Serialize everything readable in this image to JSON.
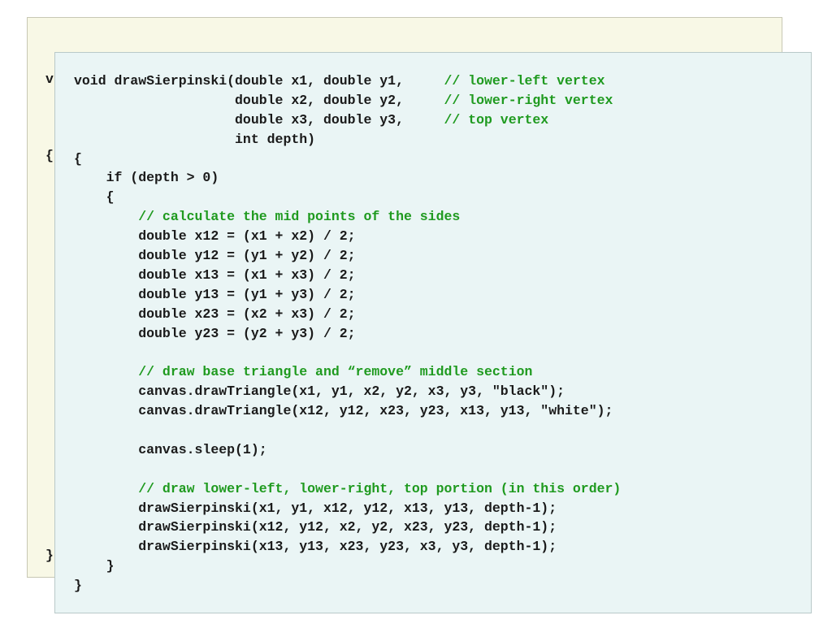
{
  "back_slide": {
    "glyphs": [
      "v",
      "{",
      "}"
    ]
  },
  "code_lines": [
    {
      "code": "void drawSierpinski(double x1, double y1,     ",
      "comment": "// lower-left vertex"
    },
    {
      "code": "                    double x2, double y2,     ",
      "comment": "// lower-right vertex"
    },
    {
      "code": "                    double x3, double y3,     ",
      "comment": "// top vertex"
    },
    {
      "code": "                    int depth)",
      "comment": ""
    },
    {
      "code": "{",
      "comment": ""
    },
    {
      "code": "    if (depth > 0)",
      "comment": ""
    },
    {
      "code": "    {",
      "comment": ""
    },
    {
      "code": "        ",
      "comment": "// calculate the mid points of the sides"
    },
    {
      "code": "        double x12 = (x1 + x2) / 2;",
      "comment": ""
    },
    {
      "code": "        double y12 = (y1 + y2) / 2;",
      "comment": ""
    },
    {
      "code": "        double x13 = (x1 + x3) / 2;",
      "comment": ""
    },
    {
      "code": "        double y13 = (y1 + y3) / 2;",
      "comment": ""
    },
    {
      "code": "        double x23 = (x2 + x3) / 2;",
      "comment": ""
    },
    {
      "code": "        double y23 = (y2 + y3) / 2;",
      "comment": ""
    },
    {
      "code": "",
      "comment": ""
    },
    {
      "code": "        ",
      "comment": "// draw base triangle and “remove” middle section"
    },
    {
      "code": "        canvas.drawTriangle(x1, y1, x2, y2, x3, y3, \"black\");",
      "comment": ""
    },
    {
      "code": "        canvas.drawTriangle(x12, y12, x23, y23, x13, y13, \"white\");",
      "comment": ""
    },
    {
      "code": "",
      "comment": ""
    },
    {
      "code": "        canvas.sleep(1);",
      "comment": ""
    },
    {
      "code": "",
      "comment": ""
    },
    {
      "code": "        ",
      "comment": "// draw lower-left, lower-right, top portion (in this order)"
    },
    {
      "code": "        drawSierpinski(x1, y1, x12, y12, x13, y13, depth-1);",
      "comment": ""
    },
    {
      "code": "        drawSierpinski(x12, y12, x2, y2, x23, y23, depth-1);",
      "comment": ""
    },
    {
      "code": "        drawSierpinski(x13, y13, x23, y23, x3, y3, depth-1);",
      "comment": ""
    },
    {
      "code": "    }",
      "comment": ""
    },
    {
      "code": "}",
      "comment": ""
    }
  ],
  "colors": {
    "code_text": "#1a1a1a",
    "comment_text": "#1f9a1f",
    "front_panel_bg": "#eaf5f5",
    "back_panel_bg": "#f8f8e6"
  }
}
